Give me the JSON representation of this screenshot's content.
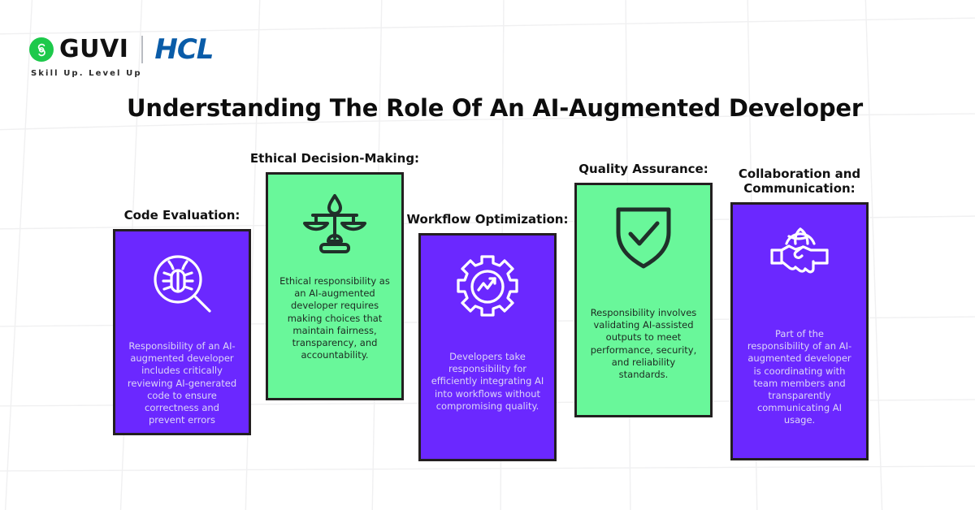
{
  "brand": {
    "guvi_name": "GUVI",
    "guvi_tagline": "Skill Up. Level Up",
    "partner_name": "HCL",
    "guvi_mark_color": "#1DC94B",
    "hcl_color": "#0A5CA8"
  },
  "header": {
    "title": "Understanding The Role Of An AI-Augmented Developer"
  },
  "theme": {
    "purple": "#6B28FF",
    "green": "#69F79A",
    "border": "#231f20",
    "background": "#ffffff"
  },
  "cards": [
    {
      "heading": "Code Evaluation:",
      "icon": "bug-magnifier-icon",
      "color": "purple",
      "body": "Responsibility of an AI-augmented developer includes critically reviewing AI-generated code to ensure correctness and prevent errors"
    },
    {
      "heading": "Ethical Decision-Making:",
      "icon": "balance-scale-icon",
      "color": "green",
      "body": "Ethical responsibility as an AI-augmented developer requires making choices that maintain fairness, transparency, and accountability."
    },
    {
      "heading": "Workflow Optimization:",
      "icon": "gear-analytics-icon",
      "color": "purple",
      "body": "Developers take responsibility for efficiently integrating AI into workflows without compromising quality."
    },
    {
      "heading": "Quality Assurance:",
      "icon": "shield-check-icon",
      "color": "green",
      "body": "Responsibility involves validating AI-assisted outputs to meet performance, security, and reliability standards."
    },
    {
      "heading": "Collaboration and\nCommunication:",
      "icon": "handshake-globe-icon",
      "color": "purple",
      "body": "Part of the responsibility of an AI-augmented developer is coordinating with team members and transparently communicating AI usage."
    }
  ]
}
